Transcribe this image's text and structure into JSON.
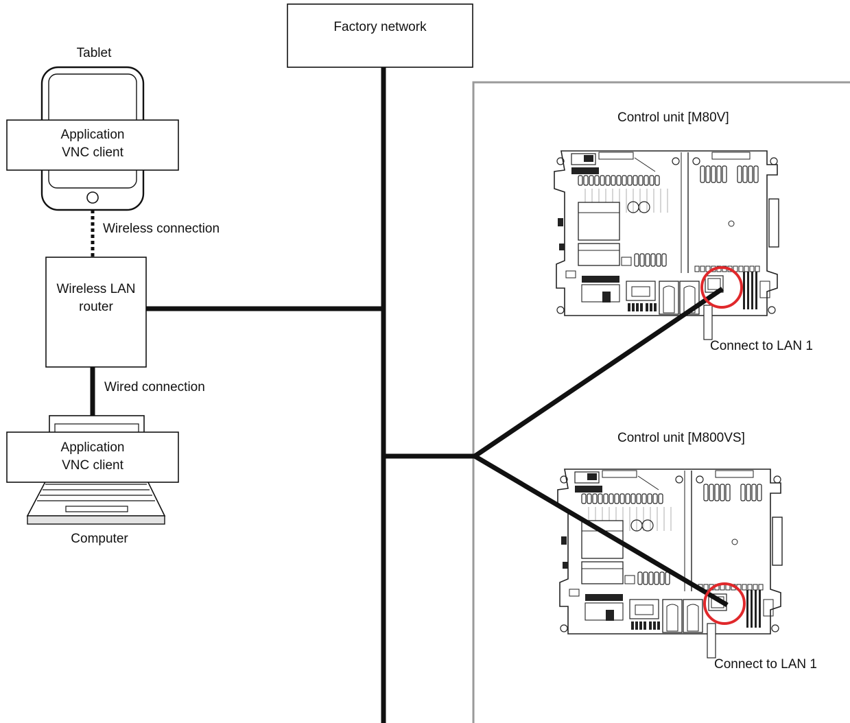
{
  "factory_network": {
    "label": "Factory network"
  },
  "tablet": {
    "label": "Tablet",
    "screen_line1": "Application",
    "screen_line2": "VNC client"
  },
  "wireless_connection": {
    "label": "Wireless connection"
  },
  "router": {
    "line1": "Wireless LAN",
    "line2": "router"
  },
  "wired_connection": {
    "label": "Wired connection"
  },
  "computer": {
    "label": "Computer",
    "screen_line1": "Application",
    "screen_line2": "VNC client"
  },
  "control_units": [
    {
      "title": "Control unit [M80V]",
      "port_label": "Connect to LAN 1"
    },
    {
      "title": "Control unit [M800VS]",
      "port_label": "Connect to LAN 1"
    }
  ],
  "colors": {
    "line": "#111111",
    "frame": "#9a9a9a",
    "highlight": "#e0282b"
  }
}
